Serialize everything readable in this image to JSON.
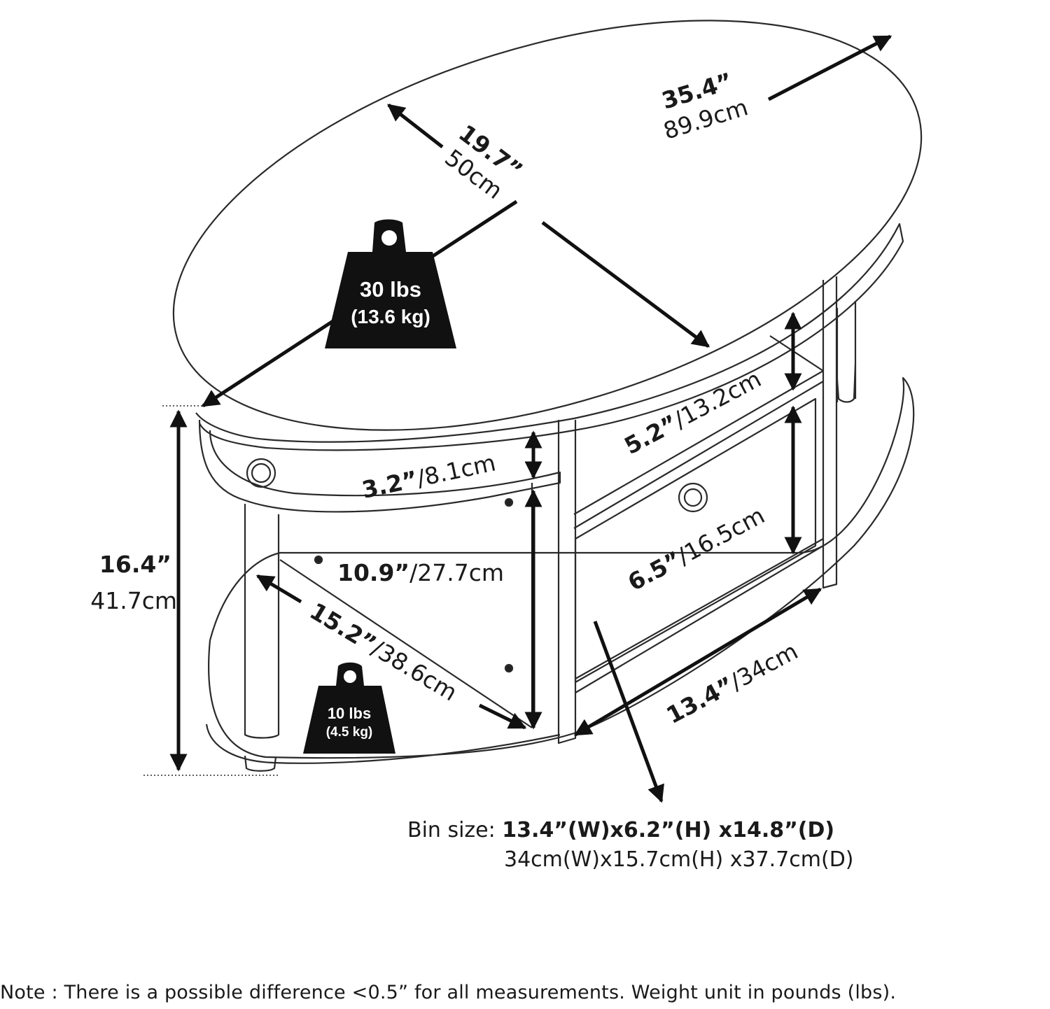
{
  "dimensions": {
    "length_in": "35.4”",
    "length_cm": "89.9cm",
    "width_in": "19.7”",
    "width_cm": "50cm",
    "height_in": "16.4”",
    "height_cm": "41.7cm",
    "upper_shelf_in": "3.2”",
    "upper_shelf_cm": "/8.1cm",
    "open_shelf_in": "10.9”",
    "open_shelf_cm": "/27.7cm",
    "bin_top_gap_in": "5.2”",
    "bin_top_gap_cm": "/13.2cm",
    "bin_opening_in": "6.5”",
    "bin_opening_cm": "/16.5cm",
    "open_depth_in": "15.2”",
    "open_depth_cm": "/38.6cm",
    "bin_depth_in": "13.4”",
    "bin_depth_cm": "/34cm"
  },
  "weight_top": {
    "lbs": "30 lbs",
    "kg": "(13.6 kg)"
  },
  "weight_shelf": {
    "lbs": "10 lbs",
    "kg": "(4.5 kg)"
  },
  "bin_size": {
    "label": "Bin size: ",
    "imperial": "13.4”(W)x6.2”(H) x14.8”(D)",
    "metric": "34cm(W)x15.7cm(H) x37.7cm(D)"
  },
  "footer_note": "Note : There is a possible difference <0.5” for all measurements. Weight unit in pounds (lbs)."
}
